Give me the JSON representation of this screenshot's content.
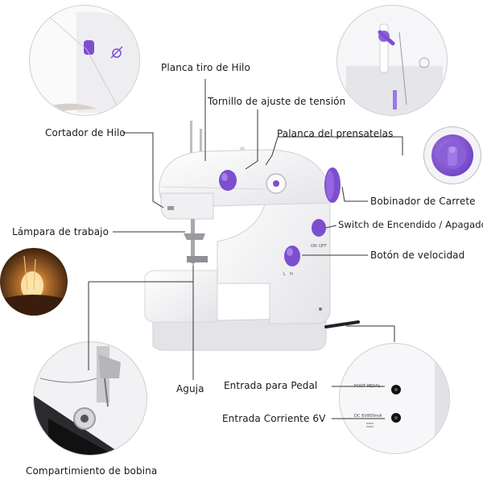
{
  "labels": {
    "planca": "Planca tiro de Hilo",
    "tornillo": "Tornillo de ajuste de tensión",
    "cortador": "Cortador de Hilo",
    "palanca": "Palanca del prensatelas",
    "bobinador": "Bobinador de Carrete",
    "switch": "Switch de Encendido / Apagado",
    "lampara": "Lámpara de trabajo",
    "boton": "Botón de velocidad",
    "aguja": "Aguja",
    "pedal": "Entrada para Pedal",
    "corriente": "Entrada Corriente 6V",
    "compartimiento": "Compartimiento de bobina"
  },
  "panel_text": {
    "foot_pedal": "FOOT PEDAL",
    "dc_input": "DC 6V800mA"
  },
  "machine_marks": {
    "speed_high": "H",
    "speed_low": "L",
    "on": "ON",
    "off": "OFF"
  },
  "colors": {
    "accent_purple": "#7b4fd0",
    "body_white": "#f2f2f4",
    "line": "#333333"
  }
}
